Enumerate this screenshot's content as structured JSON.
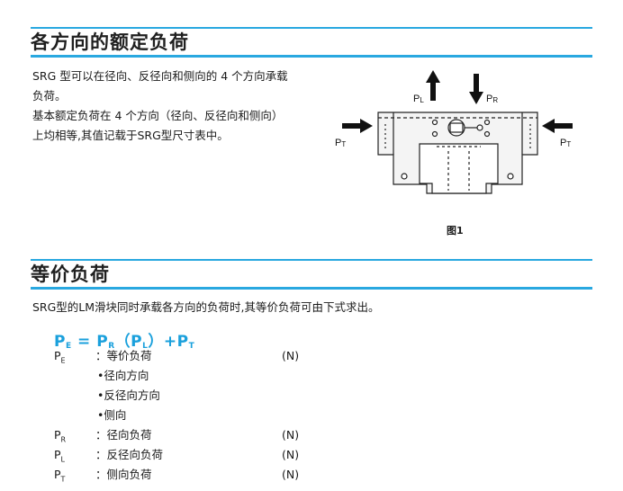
{
  "section1": {
    "title": "各方向的额定负荷",
    "paragraph_lines": [
      "SRG 型可以在径向、反径向和侧向的 4 个方向承载",
      "负荷。",
      "基本额定负荷在 4 个方向（径向、反径向和侧向）",
      "上均相等,其值记载于SRG型尺寸表中。"
    ],
    "figure": {
      "caption": "图1",
      "labels": {
        "pl": "P",
        "pl_sub": "L",
        "pr": "P",
        "pr_sub": "R",
        "pt_left": "P",
        "pt_left_sub": "T",
        "pt_right": "P",
        "pt_right_sub": "T"
      }
    }
  },
  "section2": {
    "title": "等价负荷",
    "paragraph": "SRG型的LM滑块同时承载各方向的负荷时,其等价负荷可由下式求出。",
    "formula": {
      "pe": "P",
      "pe_sub": "E",
      "eq": " = ",
      "pr": "P",
      "pr_sub": "R",
      "open": "（",
      "pl": "P",
      "pl_sub": "L",
      "close": "）+",
      "pt": "P",
      "pt_sub": "T"
    },
    "definitions": [
      {
        "sym": "P",
        "sub": "E",
        "desc": "：等价负荷",
        "unit": "(N)"
      },
      {
        "sym": "P",
        "sub": "R",
        "desc": "：径向负荷",
        "unit": "(N)"
      },
      {
        "sym": "P",
        "sub": "L",
        "desc": "：反径向负荷",
        "unit": "(N)"
      },
      {
        "sym": "P",
        "sub": "T",
        "desc": "：侧向负荷",
        "unit": "(N)"
      }
    ],
    "sub_items": [
      "•径向方向",
      "•反径向方向",
      "•侧向"
    ]
  },
  "colors": {
    "accent": "#29a8e0",
    "formula": "#1aa0dc",
    "diagram_fill": "#f4f4f4"
  }
}
